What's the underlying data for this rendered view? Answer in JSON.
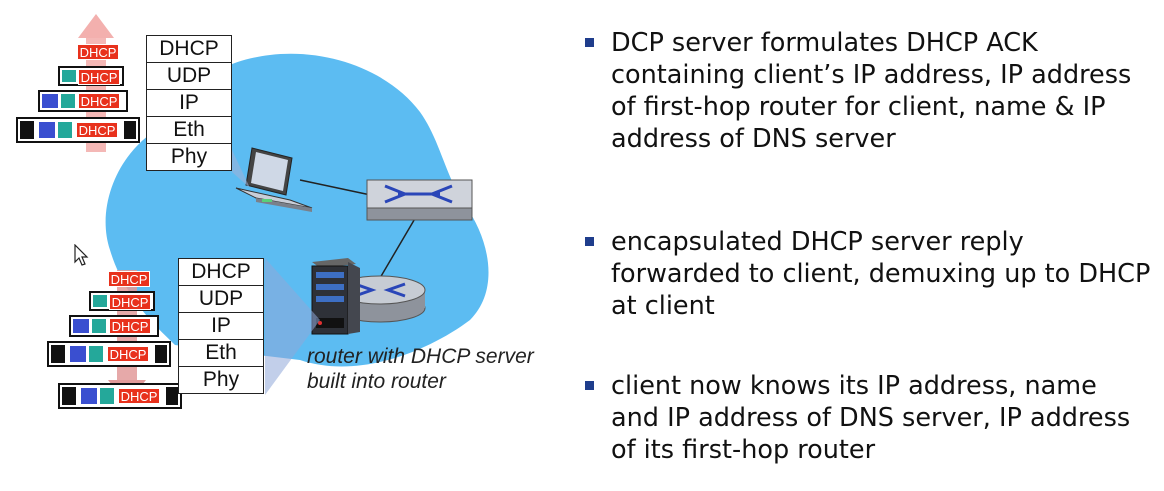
{
  "stack_top": {
    "layers": [
      "DHCP",
      "UDP",
      "IP",
      "Eth",
      "Phy"
    ]
  },
  "stack_bottom": {
    "layers": [
      "DHCP",
      "UDP",
      "IP",
      "Eth",
      "Phy"
    ]
  },
  "packet_label": "DHCP",
  "caption": "router with DHCP server built into router",
  "bullets": [
    {
      "text": "DCP server formulates DHCP ACK containing client’s IP address, IP address of first-hop router for client, name & IP address of DNS server"
    },
    {
      "text": "encapsulated DHCP server reply forwarded to client, demuxing up to DHCP at client"
    },
    {
      "text": "client now knows its IP address, name and IP address of DNS server, IP address of its first-hop router"
    }
  ],
  "colors": {
    "cloud": "#5cbcf2",
    "dhcp_label": "#e8311c",
    "udp_block": "#24a89a",
    "ip_block": "#3a4fd0",
    "eth_block": "#111111",
    "arrow_up": "#f3b0ae",
    "arrow_down": "#e29a9a",
    "bullet": "#1f3d8c"
  }
}
